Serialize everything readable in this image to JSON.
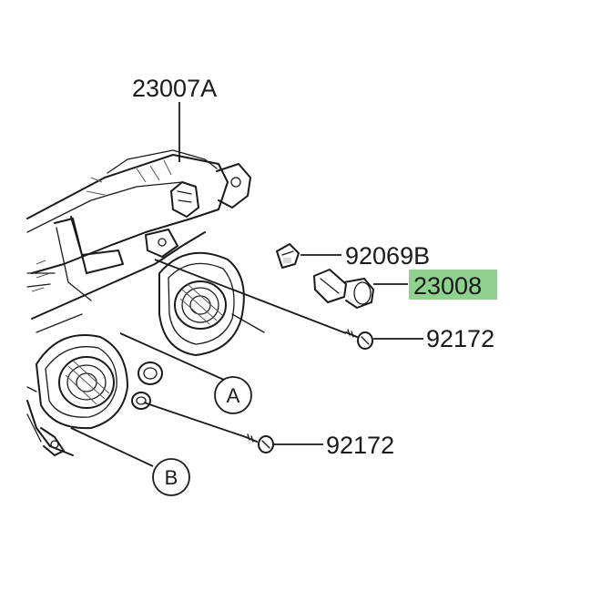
{
  "callouts": {
    "housing": "23007A",
    "socket": "92069B",
    "bulb": "23008",
    "screw_upper": "92172",
    "screw_lower": "92172",
    "ref_a": "A",
    "ref_b": "B"
  },
  "colors": {
    "highlight": "#8fd18f",
    "line": "#1a1a1a"
  }
}
